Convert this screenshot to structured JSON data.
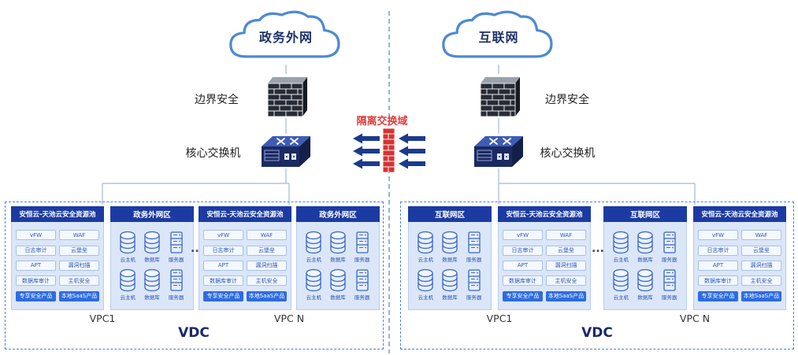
{
  "diagram": {
    "clouds": {
      "left": "政务外网",
      "right": "互联网"
    },
    "edge_security": {
      "left": "边界安全",
      "right": "边界安全"
    },
    "core_switch": {
      "left": "核心交换机",
      "right": "核心交换机"
    },
    "isolation": {
      "label": "隔离交换域"
    },
    "pool": {
      "title": "安恒云-天池云安全资源池",
      "items": [
        "vFW",
        "WAF",
        "日志审计",
        "云堡垒",
        "APT",
        "漏洞扫描",
        "数据库审计",
        "主机安全"
      ],
      "products": [
        "专享安全产品",
        "本地SaaS产品"
      ]
    },
    "zones": {
      "gov": "政务外网区",
      "internet": "互联网区"
    },
    "zone_icon_labels": [
      "云主机",
      "数据库",
      "服务器"
    ],
    "left_vdc": {
      "vpc1": "VPC1",
      "vpcn": "VPC N",
      "vdc": "VDC"
    },
    "right_vdc": {
      "vpc1": "VPC1",
      "vpcn": "VPC N",
      "vdc": "VDC"
    },
    "ellipsis": "..."
  }
}
